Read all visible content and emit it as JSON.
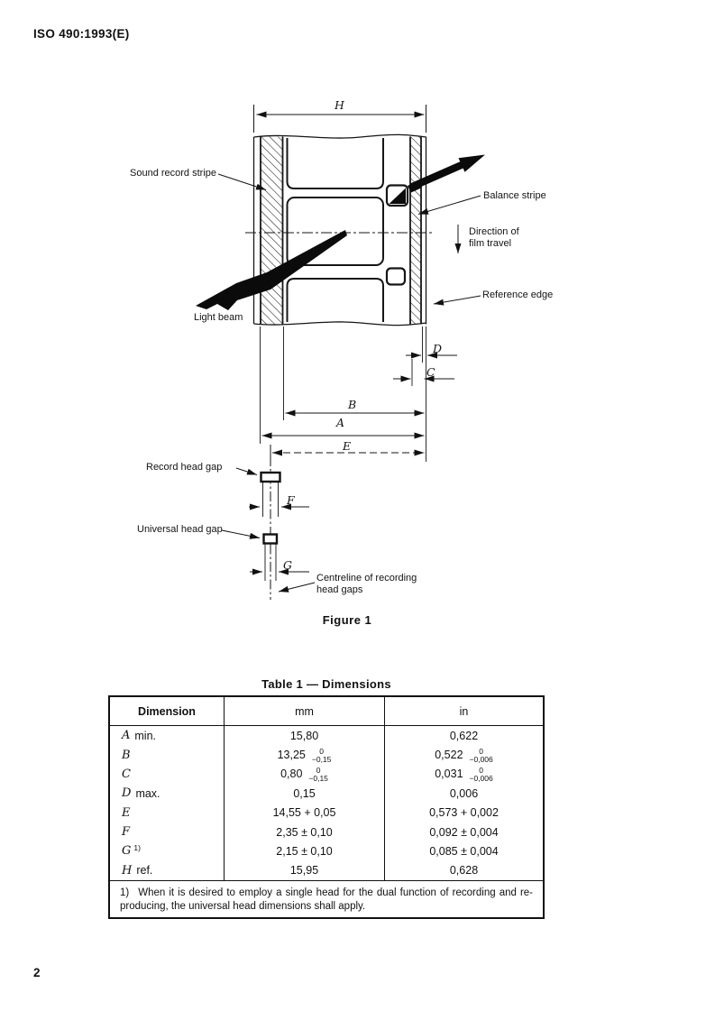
{
  "page": {
    "doc_ref": "ISO 490:1993(E)",
    "page_number": "2"
  },
  "figure": {
    "caption": "Figure 1",
    "labels": {
      "sound_record_stripe": "Sound record stripe",
      "balance_stripe": "Balance stripe",
      "direction_line1": "Direction of",
      "direction_line2": "film travel",
      "reference_edge": "Reference edge",
      "light_beam": "Light beam",
      "record_head_gap": "Record head gap",
      "universal_head_gap": "Universal head gap",
      "centreline_line1": "Centreline of recording",
      "centreline_line2": "head gaps"
    },
    "dimension_letters": {
      "H": "H",
      "D": "D",
      "C": "C",
      "B": "B",
      "A": "A",
      "E": "E",
      "F": "F",
      "G": "G"
    }
  },
  "table": {
    "title": "Table 1 — Dimensions",
    "headers": [
      "Dimension",
      "mm",
      "in"
    ],
    "rows": [
      {
        "letter": "A",
        "qualifier": "min.",
        "sup": "",
        "mm": {
          "v": "15,80"
        },
        "in": {
          "v": "0,622"
        }
      },
      {
        "letter": "B",
        "qualifier": "",
        "sup": "",
        "mm": {
          "v": "13,25",
          "tol": [
            "0",
            "−0,15"
          ]
        },
        "in": {
          "v": "0,522",
          "tol": [
            "0",
            "−0,006"
          ]
        }
      },
      {
        "letter": "C",
        "qualifier": "",
        "sup": "",
        "mm": {
          "v": "0,80",
          "tol": [
            "0",
            "−0,15"
          ]
        },
        "in": {
          "v": "0,031",
          "tol": [
            "0",
            "−0,006"
          ]
        }
      },
      {
        "letter": "D",
        "qualifier": "max.",
        "sup": "",
        "mm": {
          "v": "0,15"
        },
        "in": {
          "v": "0,006"
        }
      },
      {
        "letter": "E",
        "qualifier": "",
        "sup": "",
        "mm": {
          "v": "14,55 + 0,05"
        },
        "in": {
          "v": "0,573 + 0,002"
        }
      },
      {
        "letter": "F",
        "qualifier": "",
        "sup": "",
        "mm": {
          "v": "2,35 ± 0,10"
        },
        "in": {
          "v": "0,092 ± 0,004"
        }
      },
      {
        "letter": "G",
        "qualifier": "",
        "sup": "1)",
        "mm": {
          "v": "2,15 ± 0,10"
        },
        "in": {
          "v": "0,085 ± 0,004"
        }
      },
      {
        "letter": "H",
        "qualifier": "ref.",
        "sup": "",
        "mm": {
          "v": "15,95"
        },
        "in": {
          "v": "0,628"
        }
      }
    ],
    "footnote_marker": "1)",
    "footnote": "When it is desired to employ a single head for the dual function of recording and re-producing, the universal head dimensions shall apply."
  }
}
